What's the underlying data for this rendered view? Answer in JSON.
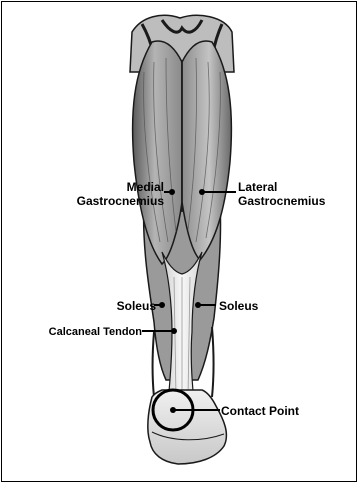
{
  "labels": {
    "medial_line1": "Medial",
    "medial_line2": "Gastrocnemius",
    "lateral_line1": "Lateral",
    "lateral_line2": "Gastrocnemius",
    "soleus_left": "Soleus",
    "soleus_right": "Soleus",
    "calcaneal_tendon": "Calcaneal Tendon",
    "contact_point": "Contact Point"
  },
  "colors": {
    "muscle_dark": "#6e6e6e",
    "muscle_mid": "#a9a9a9",
    "muscle_light": "#dcdcdc",
    "outline": "#1a1a1a",
    "tendon": "#f2f2f2",
    "heel": "#e6e6e6"
  }
}
